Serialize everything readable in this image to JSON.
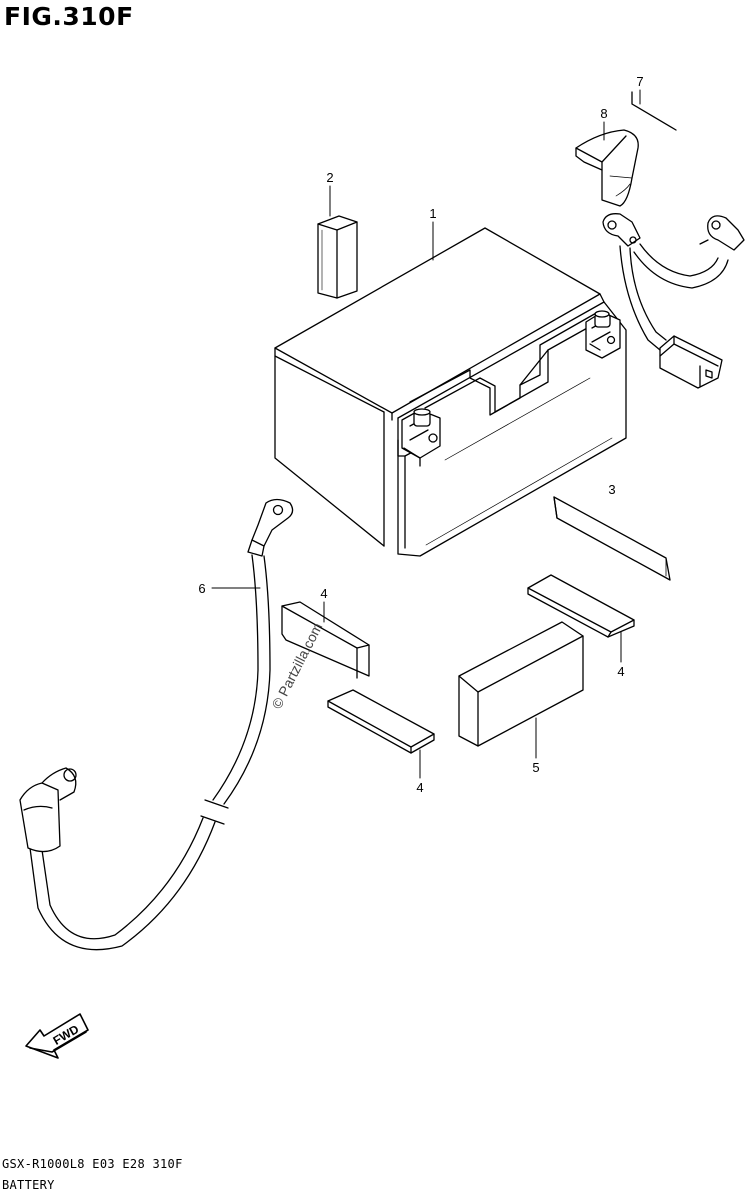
{
  "figure": {
    "title": "FIG.310F",
    "footer_code": "GSX-R1000L8  E03  E28  310F",
    "footer_name": "BATTERY"
  },
  "callouts": [
    {
      "id": "1",
      "label": "1",
      "part": "battery"
    },
    {
      "id": "2",
      "label": "2",
      "part": "small-pad"
    },
    {
      "id": "3",
      "label": "3",
      "part": "flat-plate"
    },
    {
      "id": "4a",
      "label": "4",
      "part": "cushion-left-upper"
    },
    {
      "id": "4b",
      "label": "4",
      "part": "cushion-left-lower"
    },
    {
      "id": "4c",
      "label": "4",
      "part": "cushion-right"
    },
    {
      "id": "5",
      "label": "5",
      "part": "battery-box"
    },
    {
      "id": "6",
      "label": "6",
      "part": "negative-cable"
    },
    {
      "id": "7",
      "label": "7",
      "part": "positive-cable-assembly"
    },
    {
      "id": "8",
      "label": "8",
      "part": "terminal-cover"
    }
  ],
  "watermark": "© Partzilla.com",
  "fwd_label": "FWD"
}
